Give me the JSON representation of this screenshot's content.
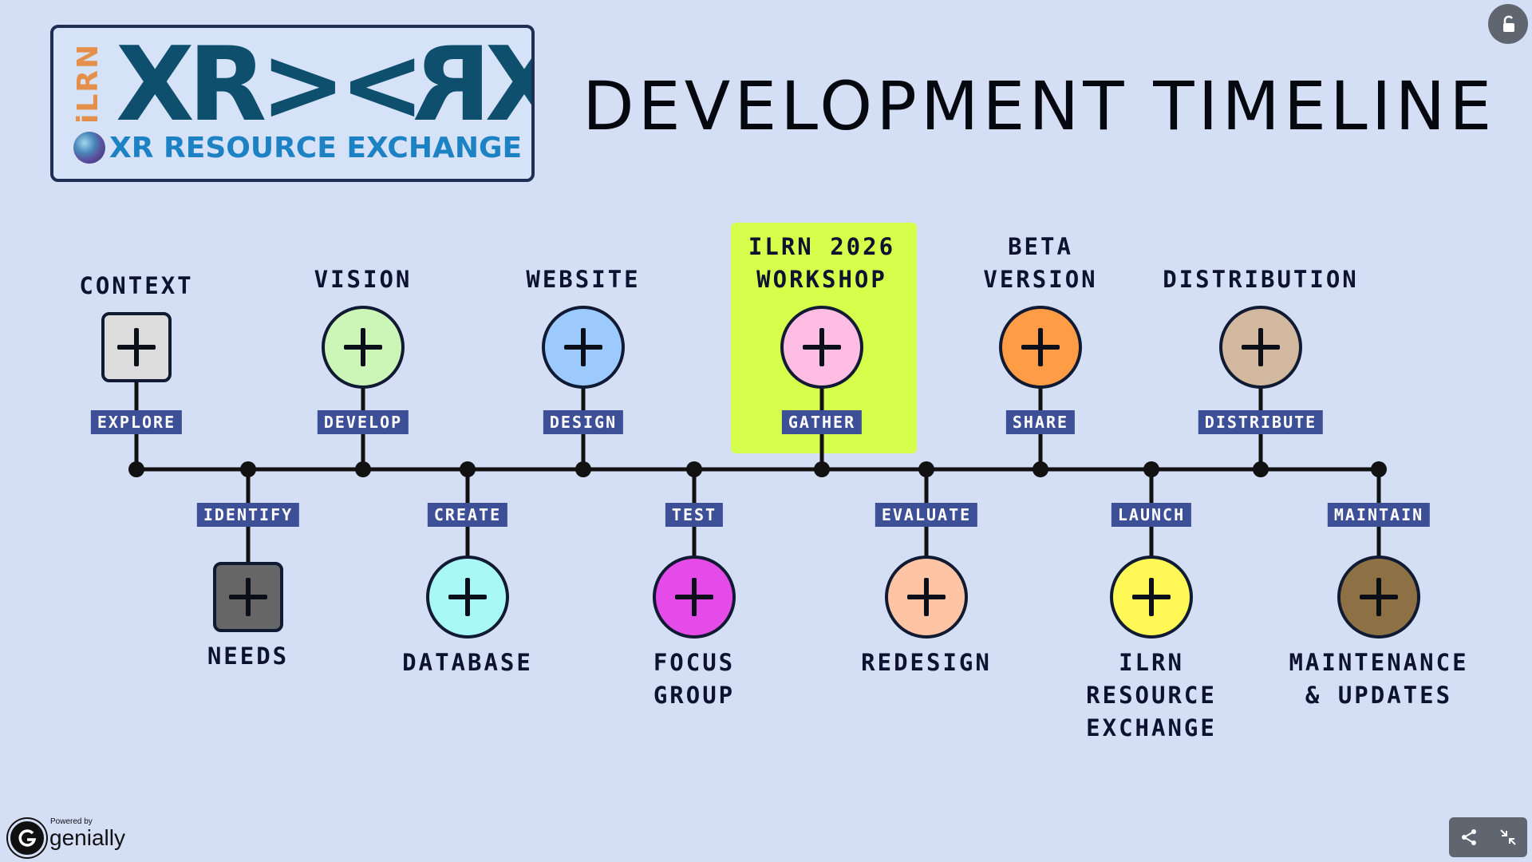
{
  "logo": {
    "side_text": "iLRN",
    "main_left": "XR><",
    "main_right": "XR",
    "subtitle": "XR RESOURCE EXCHANGE"
  },
  "title": "DEVELOPMENT TIMELINE",
  "icons": {
    "top_right": "open-lock-icon",
    "share": "share-icon",
    "fullscreen": "collapse-fullscreen-icon",
    "node": "plus-icon"
  },
  "colors": {
    "background": "#d4def5",
    "tag": "#3d4f96",
    "highlight": "#d5ff4a",
    "line": "#111111"
  },
  "timeline": {
    "steps": [
      {
        "label": "CONTEXT",
        "tag": "EXPLORE",
        "position": "above",
        "shape": "square",
        "color": "#dcdcdc",
        "highlighted": false
      },
      {
        "label": "NEEDS",
        "tag": "IDENTIFY",
        "position": "below",
        "shape": "square",
        "color": "#666666",
        "highlighted": false
      },
      {
        "label": "VISION",
        "tag": "DEVELOP",
        "position": "above",
        "shape": "circle",
        "color": "#ccf6b8",
        "highlighted": false
      },
      {
        "label": "DATABASE",
        "tag": "CREATE",
        "position": "below",
        "shape": "circle",
        "color": "#a8f8f6",
        "highlighted": false
      },
      {
        "label": "WEBSITE",
        "tag": "DESIGN",
        "position": "above",
        "shape": "circle",
        "color": "#9ccaff",
        "highlighted": false
      },
      {
        "label": "FOCUS\nGROUP",
        "tag": "TEST",
        "position": "below",
        "shape": "circle",
        "color": "#e44be8",
        "highlighted": false
      },
      {
        "label": "ILRN 2026\nWORKSHOP",
        "tag": "GATHER",
        "position": "above",
        "shape": "circle",
        "color": "#ffbde4",
        "highlighted": true
      },
      {
        "label": "REDESIGN",
        "tag": "EVALUATE",
        "position": "below",
        "shape": "circle",
        "color": "#ffc4a3",
        "highlighted": false
      },
      {
        "label": "BETA\nVERSION",
        "tag": "SHARE",
        "position": "above",
        "shape": "circle",
        "color": "#ff9c45",
        "highlighted": false
      },
      {
        "label": "ILRN\nRESOURCE\nEXCHANGE",
        "tag": "LAUNCH",
        "position": "below",
        "shape": "circle",
        "color": "#fff855",
        "highlighted": false
      },
      {
        "label": "DISTRIBUTION",
        "tag": "DISTRIBUTE",
        "position": "above",
        "shape": "circle",
        "color": "#d2b89e",
        "highlighted": false
      },
      {
        "label": "MAINTENANCE\n& UPDATES",
        "tag": "MAINTAIN",
        "position": "below",
        "shape": "circle",
        "color": "#8d7144",
        "highlighted": false
      }
    ]
  },
  "branding": {
    "powered": "Powered by",
    "name": "genially"
  }
}
